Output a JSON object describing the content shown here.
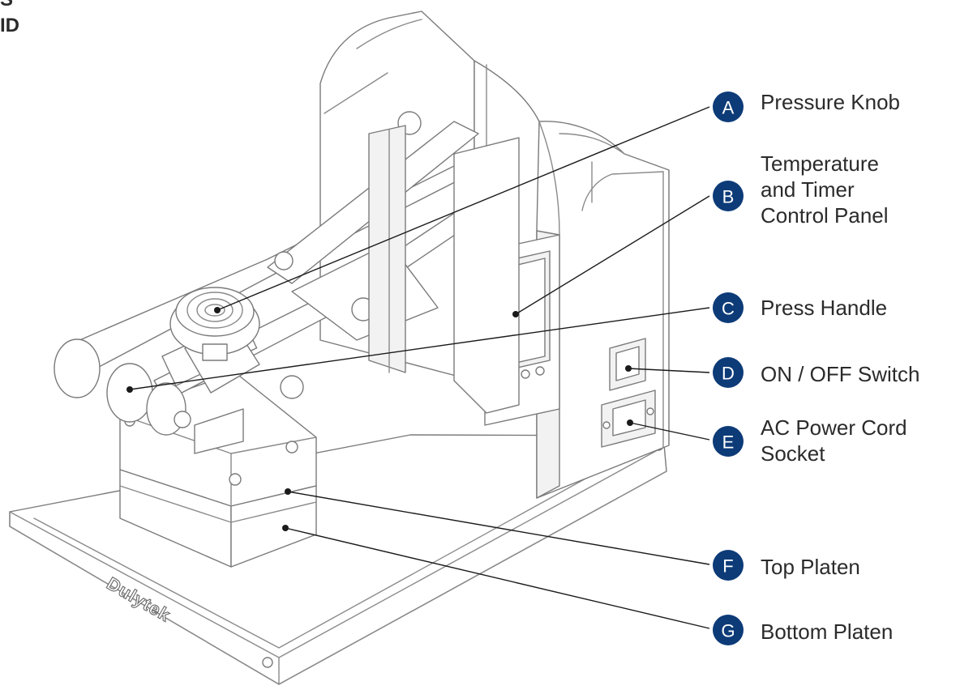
{
  "heading": {
    "lines": [
      "S",
      "ID"
    ]
  },
  "brand": {
    "logo_text": "Dulytek"
  },
  "badge_color": "#0d3b78",
  "callouts": [
    {
      "letter": "A",
      "label": "Pressure Knob"
    },
    {
      "letter": "B",
      "label": "Temperature\nand Timer\nControl Panel"
    },
    {
      "letter": "C",
      "label": "Press Handle"
    },
    {
      "letter": "D",
      "label": "ON / OFF Switch"
    },
    {
      "letter": "E",
      "label": "AC Power Cord\nSocket"
    },
    {
      "letter": "F",
      "label": "Top Platen"
    },
    {
      "letter": "G",
      "label": "Bottom Platen"
    }
  ]
}
